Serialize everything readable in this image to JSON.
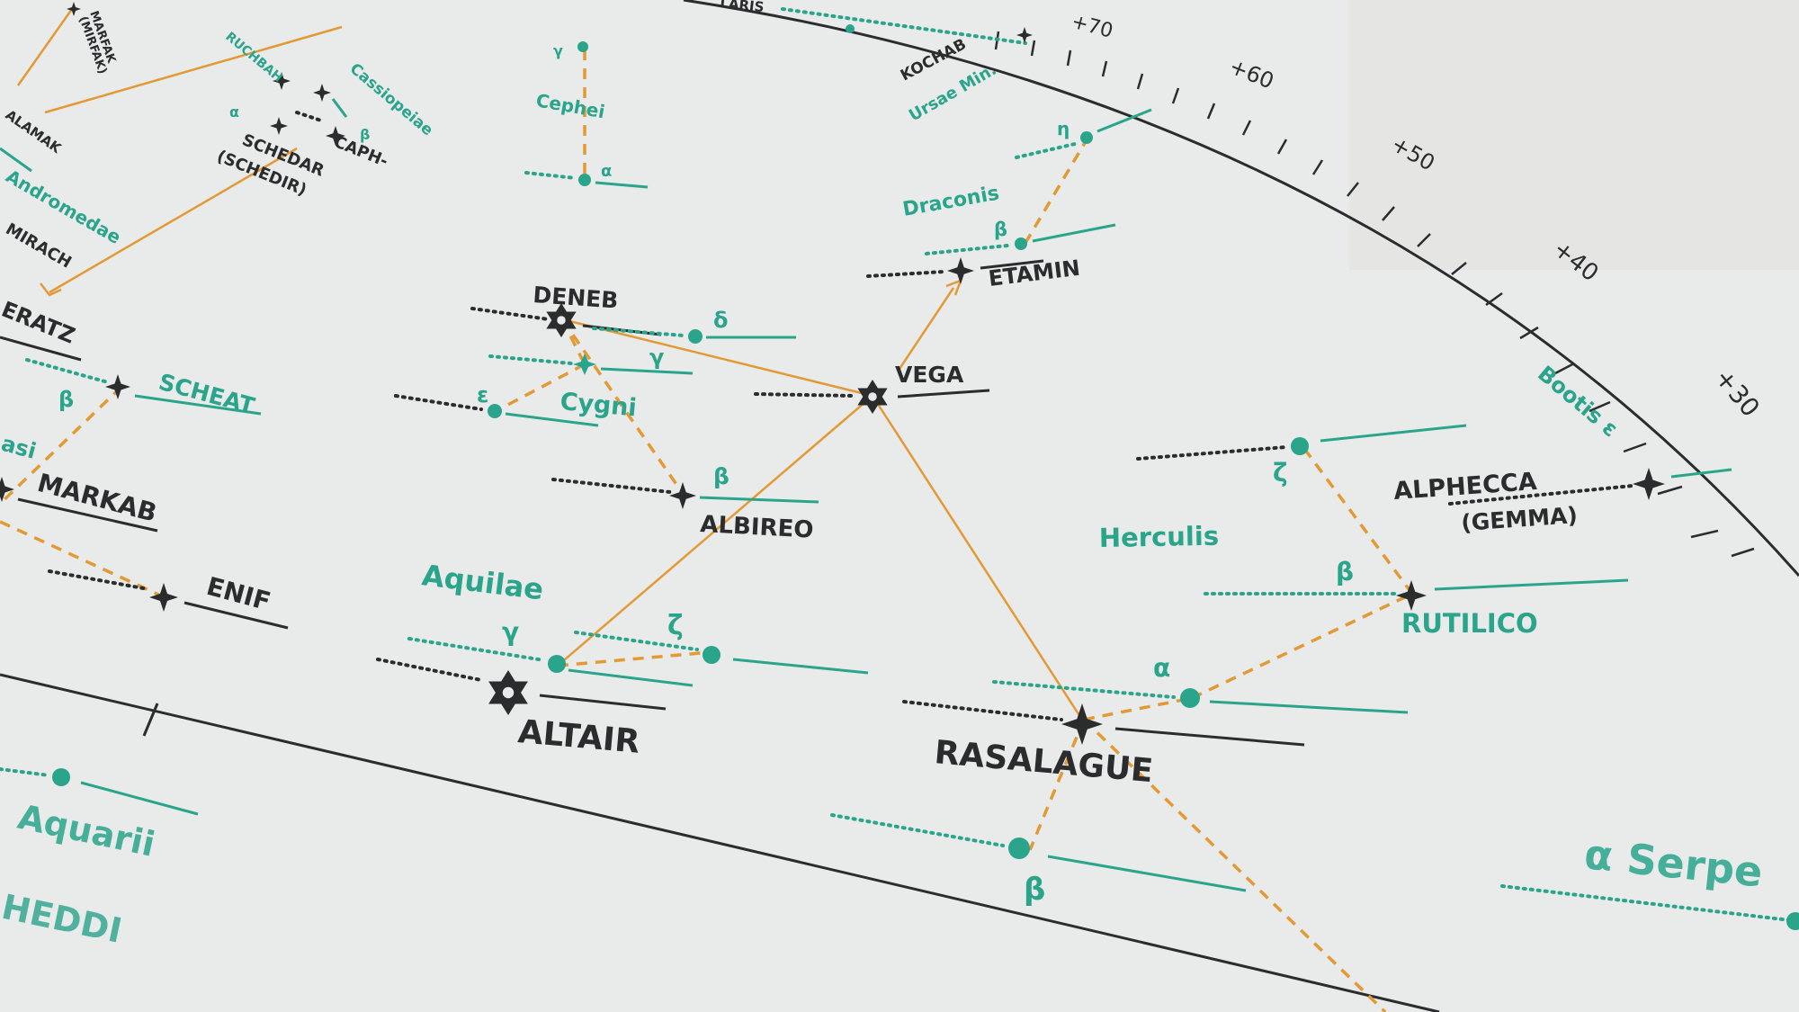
{
  "colors": {
    "paper": "#e9eaea",
    "ink": "#2a2c2d",
    "teal": "#2aa58c",
    "orange": "#e39a35"
  },
  "stars": {
    "deneb": "DENEB",
    "vega": "VEGA",
    "albireo": "ALBIREO",
    "altair": "ALTAIR",
    "rasalague": "RASALAGUE",
    "rutilico": "RUTILICO",
    "alphecca": "ALPHECCA",
    "gemma": "(GEMMA)",
    "etamin": "ETAMIN",
    "scheat": "SCHEAT",
    "markab": "MARKAB",
    "enif": "ENIF",
    "alpheratz": "ERATZ",
    "schedar": "SCHEDAR",
    "schedir": "(SCHEDIR)",
    "caph": "CAPH-",
    "kochab": "KOCHAB",
    "polaris": "LARIS",
    "mirfak": "MARFAK",
    "mirfak2": "(MIRFAK)",
    "alamak": "ALAMAK",
    "mirach": "MIRACH",
    "ruchbah": "RUCHBAH",
    "sheddi": "HEDDI"
  },
  "constellations": {
    "cygni": "Cygni",
    "aquilae": "Aquilae",
    "herculis": "Herculis",
    "draconis": "Draconis",
    "cephei": "Cephei",
    "cassiopeiae": "Cassiopeiae",
    "andromedae": "Andromedae",
    "ursae_min": "Ursae Min.",
    "bootis": "Bootis ε",
    "aquarii": "Aquarii",
    "pegasi": "asi",
    "serpentis": "α Serpe"
  },
  "greek": {
    "alpha": "α",
    "beta": "β",
    "gamma": "γ",
    "delta": "δ",
    "epsilon": "ε",
    "zeta": "ζ",
    "eta": "η"
  },
  "declination_ticks": [
    "+70",
    "+60",
    "+50",
    "+40",
    "+30"
  ]
}
